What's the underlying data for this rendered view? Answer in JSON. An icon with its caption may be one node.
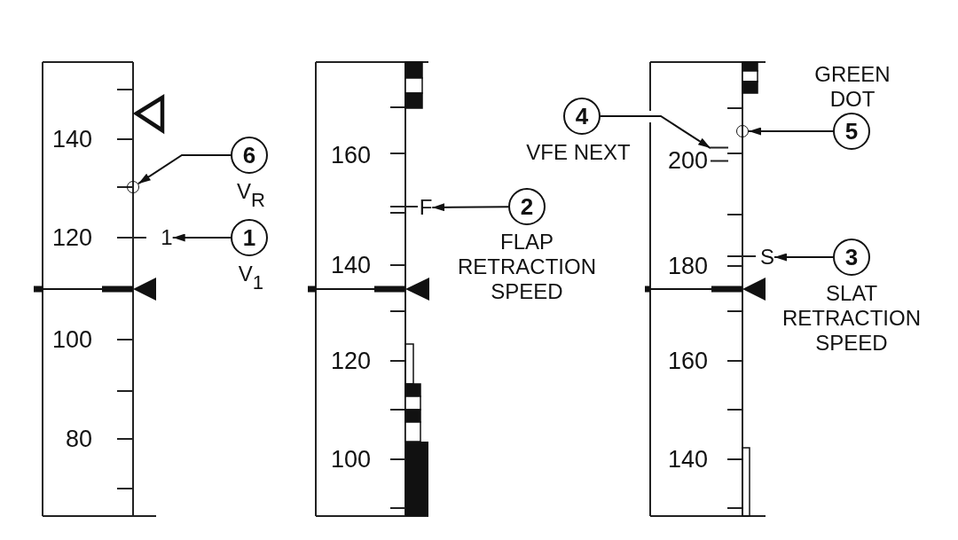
{
  "diagram": {
    "nodes": [
      {
        "text": [
          "6"
        ],
        "beside": [
          "V$_{R}$"
        ]
      },
      {
        "text": [],
        "shape": "circle"
      },
      {
        "text": [
          "1"
        ],
        "beside": [
          "V$_{1}$"
        ]
      },
      {
        "text": [
          "1"
        ]
      },
      {
        "text": [
          "2"
        ],
        "beside": [
          "FLAP RETRACTION SPEED"
        ]
      },
      {
        "text": [
          "F"
        ]
      },
      {
        "text": [
          "4"
        ],
        "beside": [
          "VFE NEXT"
        ]
      },
      {
        "text": [],
        "shape": "bar"
      },
      {
        "text": [
          "5"
        ],
        "beside": [
          "GREEN DOT"
        ]
      },
      {
        "text": [],
        "shape": "circle"
      },
      {
        "text": [
          "3"
        ],
        "beside": [
          "SLAT RETRACTION SPEED"
        ]
      },
      {
        "text": [
          "S"
        ]
      }
    ],
    "edges": [
      {
        "from": 0,
        "to": 1,
        "arrow": "to"
      },
      {
        "from": 2,
        "to": 3,
        "arrow": "to"
      },
      {
        "from": 4,
        "to": 5,
        "arrow": "to"
      },
      {
        "from": 6,
        "to": 7,
        "arrow": "to"
      },
      {
        "from": 8,
        "to": 9,
        "arrow": "to"
      },
      {
        "from": 10,
        "to": 11,
        "arrow": "to"
      }
    ],
    "labels": [
      "140",
      "120",
      "100",
      "80",
      "160",
      "140",
      "120",
      "100",
      "200",
      "180",
      "160",
      "140"
    ]
  }
}
